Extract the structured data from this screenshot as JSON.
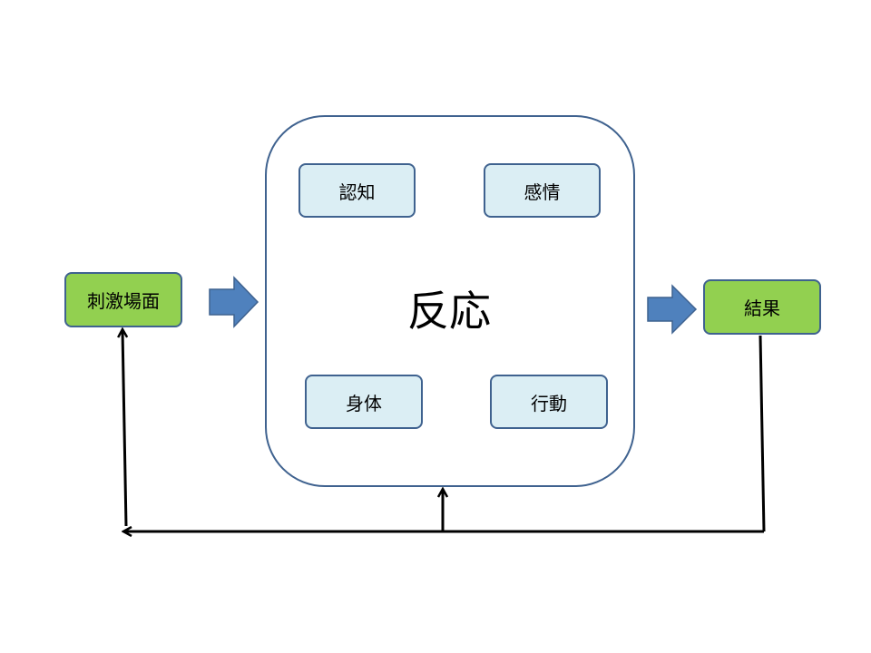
{
  "diagram": {
    "stimulus": "刺激場面",
    "response": "反応",
    "result": "結果",
    "components": {
      "cognition": "認知",
      "emotion": "感情",
      "body": "身体",
      "behavior": "行動"
    }
  },
  "colors": {
    "border": "#3f628f",
    "green_fill": "#92d050",
    "blue_fill": "#dbeef4",
    "arrow_fill": "#4f81bd",
    "line": "#000000"
  }
}
